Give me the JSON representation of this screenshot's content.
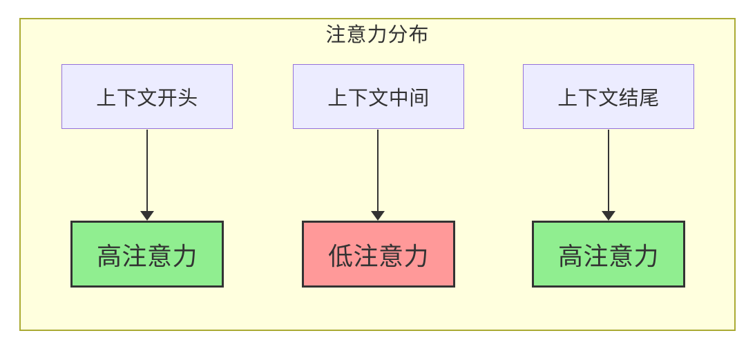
{
  "diagram": {
    "type": "flowchart",
    "title": "注意力分布",
    "top_nodes": [
      {
        "label": "上下文开头"
      },
      {
        "label": "上下文中间"
      },
      {
        "label": "上下文结尾"
      }
    ],
    "bottom_nodes": [
      {
        "label": "高注意力",
        "level": "high"
      },
      {
        "label": "低注意力",
        "level": "low"
      },
      {
        "label": "高注意力",
        "level": "high"
      }
    ],
    "edges": [
      {
        "from": "上下文开头",
        "to": "高注意力"
      },
      {
        "from": "上下文中间",
        "to": "低注意力"
      },
      {
        "from": "上下文结尾",
        "to": "高注意力"
      }
    ],
    "colors": {
      "cluster_fill": "#ffffde",
      "cluster_stroke": "#aaaa33",
      "context_node_fill": "#ececff",
      "context_node_stroke": "#9370db",
      "high_attention_fill": "#90ee90",
      "low_attention_fill": "#ff9999",
      "result_node_stroke": "#333333",
      "edge_color": "#333333",
      "text_color": "#333333"
    }
  }
}
